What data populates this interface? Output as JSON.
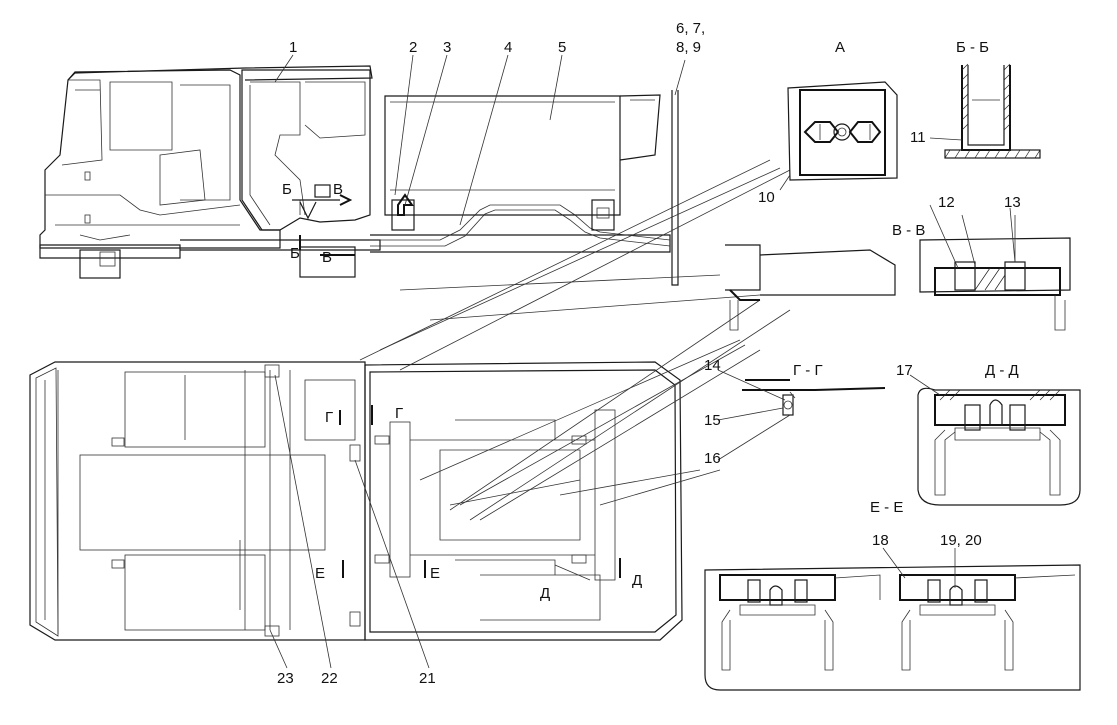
{
  "callouts": {
    "c1": "1",
    "c2": "2",
    "c3": "3",
    "c4": "4",
    "c5": "5",
    "c6": "6, 7,",
    "c6b": "8, 9",
    "c10": "10",
    "c11": "11",
    "c12": "12",
    "c13": "13",
    "c14": "14",
    "c15": "15",
    "c16": "16",
    "c17": "17",
    "c18": "18",
    "c19": "19, 20",
    "c21": "21",
    "c22": "22",
    "c23": "23"
  },
  "views": {
    "a": "А",
    "bb": "Б - Б",
    "vv": "В - В",
    "gg": "Г - Г",
    "dd": "Д - Д",
    "ee": "Е - Е"
  },
  "markers": {
    "b": "Б",
    "v": "В",
    "g": "Г",
    "d": "Д",
    "e": "Е"
  }
}
